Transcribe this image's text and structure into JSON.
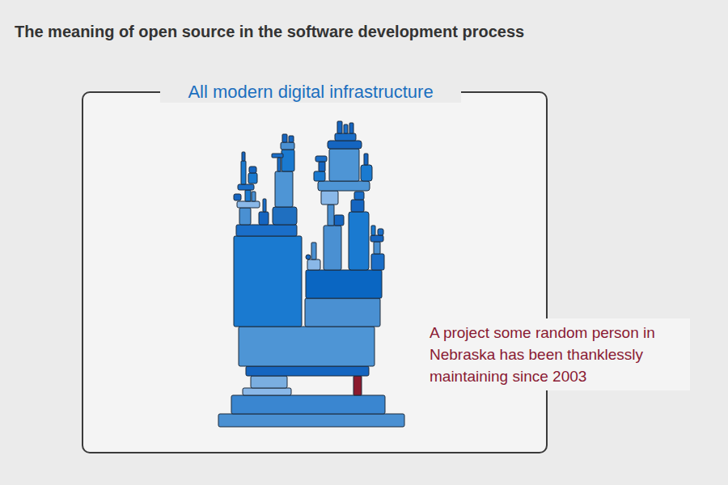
{
  "diagram": {
    "title": "The meaning of open source in the software development process",
    "nodes": [
      {
        "text": [
          "All modern digital infrastructure"
        ]
      }
    ],
    "labels": [
      "A project some random person in Nebraska has been thanklessly maintaining since 2003"
    ]
  }
}
